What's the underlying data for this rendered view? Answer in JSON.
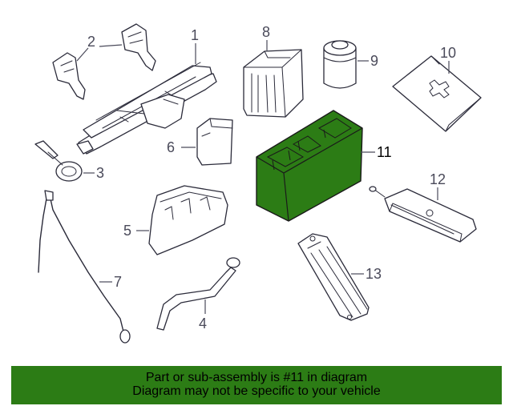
{
  "callouts": {
    "c1": "1",
    "c2": "2",
    "c3": "3",
    "c4": "4",
    "c5": "5",
    "c6": "6",
    "c7": "7",
    "c8": "8",
    "c9": "9",
    "c10": "10",
    "c11": "11",
    "c12": "12",
    "c13": "13"
  },
  "highlight": {
    "part_number": "11",
    "color": "#2c7c15"
  },
  "footer": {
    "line1": "Part or sub-assembly is #11 in diagram",
    "line2": "Diagram may not be specific to your vehicle",
    "background": "#2c7c15"
  }
}
